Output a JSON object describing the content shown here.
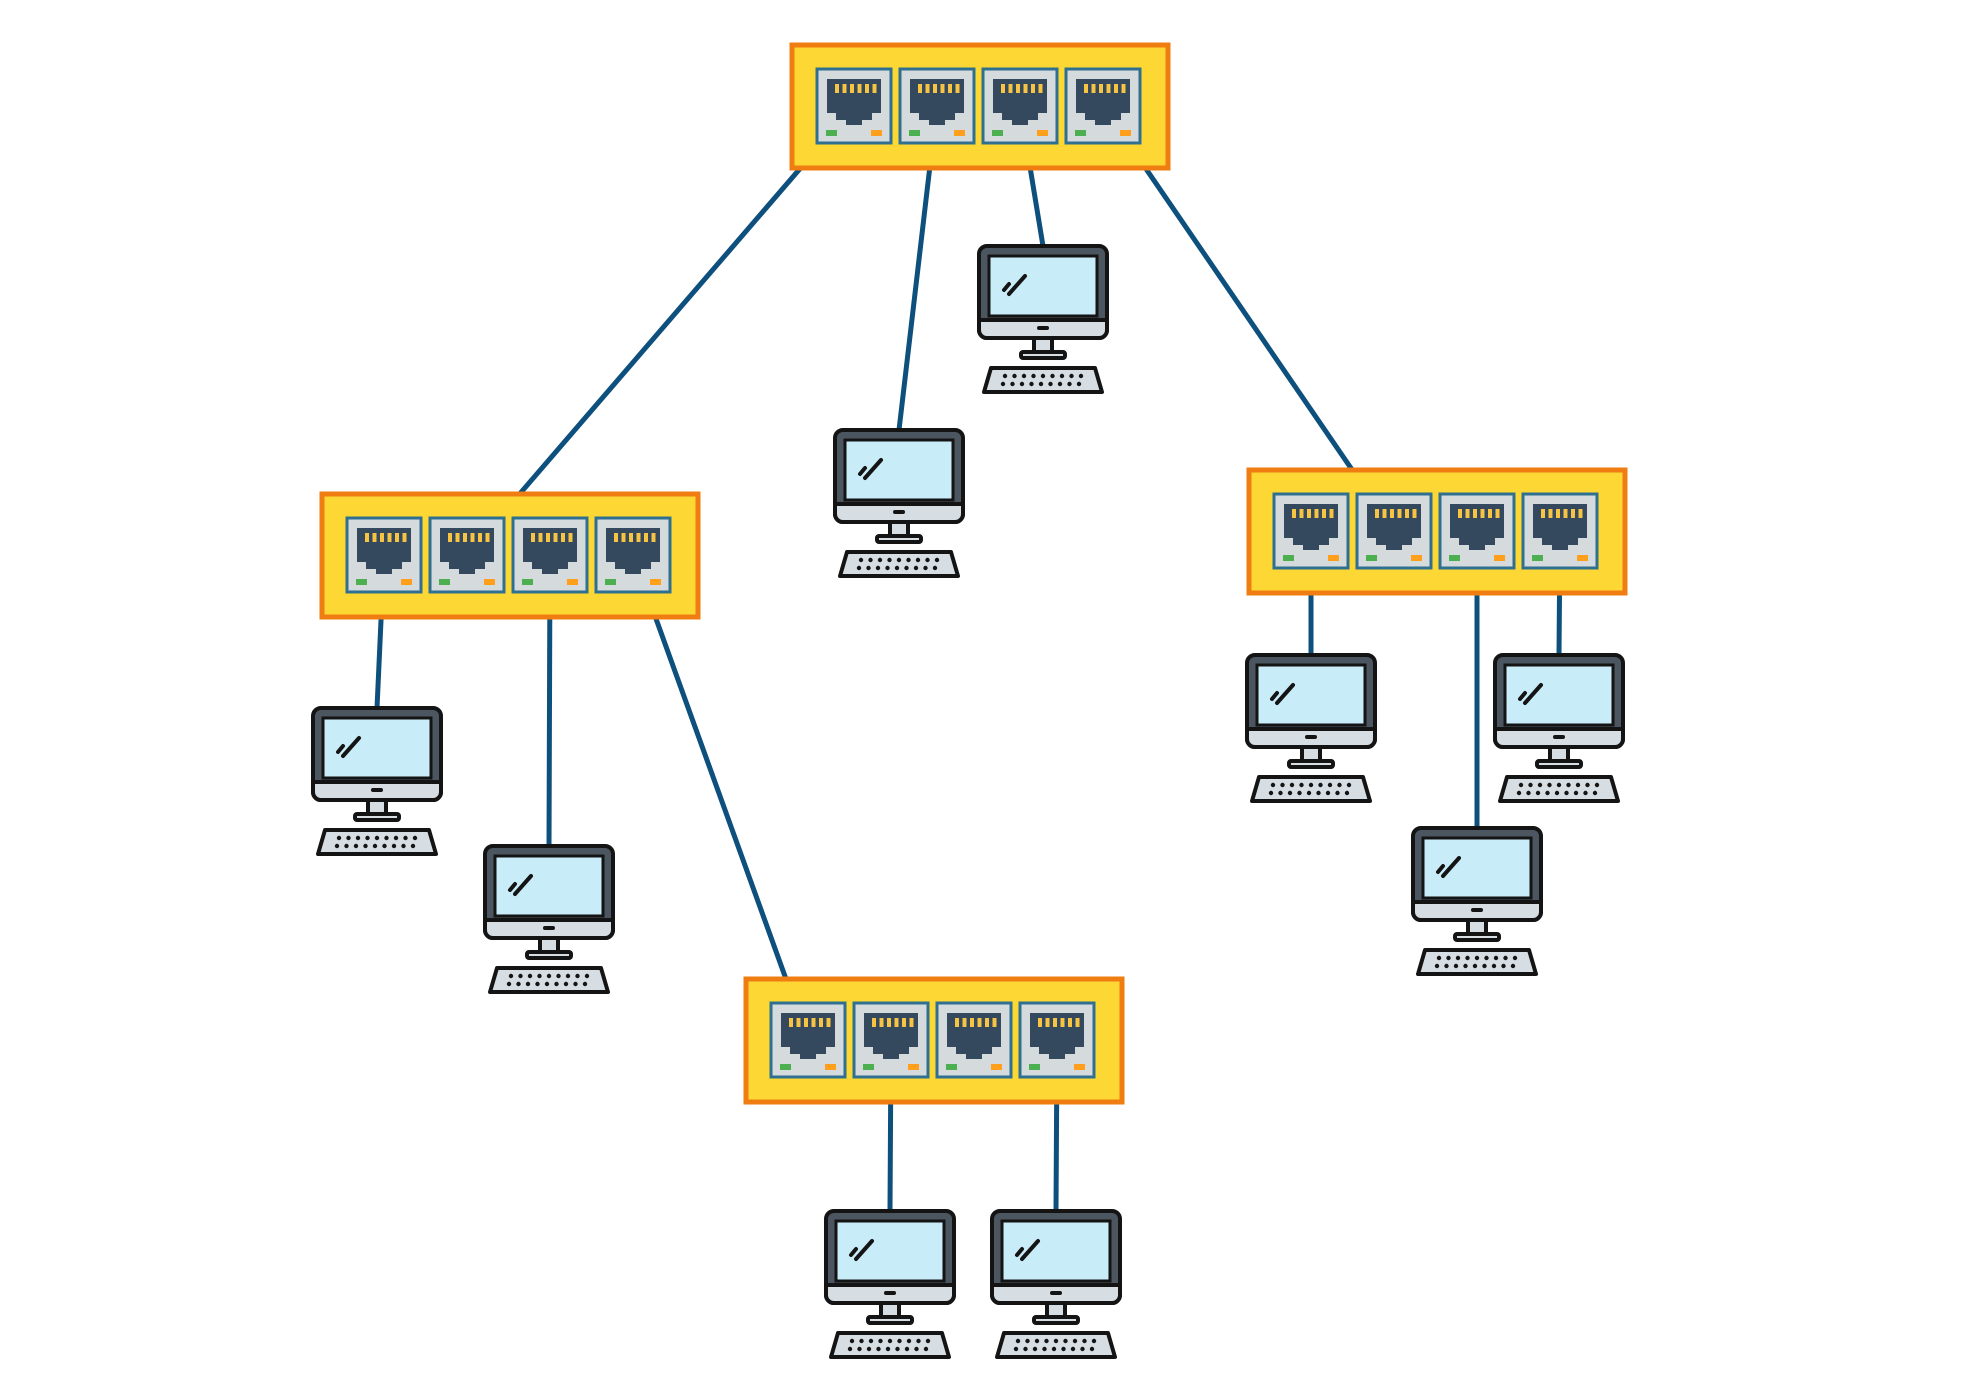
{
  "diagram": {
    "type": "network-topology",
    "colors": {
      "background": "#ffffff",
      "cable": "#0d4f7d",
      "switch_fill": "#fdd835",
      "switch_border": "#ef7d12",
      "port_fill": "#d5dadd",
      "port_border": "#2f6f8f",
      "port_socket": "#34495e",
      "port_pins": "#f6c343",
      "led_link": "#4caf50",
      "led_activity": "#ff9f1c",
      "screen": "#c9ecf9",
      "monitor_bezel": "#4b5660",
      "monitor_chin": "#d6dde3",
      "outline": "#141414"
    },
    "switches": [
      {
        "id": "switch-top",
        "ports": 4
      },
      {
        "id": "switch-left",
        "ports": 4
      },
      {
        "id": "switch-right",
        "ports": 4
      },
      {
        "id": "switch-bottom",
        "ports": 4
      }
    ],
    "computers": [
      {
        "id": "pc-top-a"
      },
      {
        "id": "pc-top-b"
      },
      {
        "id": "pc-left-a"
      },
      {
        "id": "pc-left-b"
      },
      {
        "id": "pc-right-a"
      },
      {
        "id": "pc-right-b"
      },
      {
        "id": "pc-right-c"
      },
      {
        "id": "pc-bottom-a"
      },
      {
        "id": "pc-bottom-b"
      }
    ],
    "links": [
      {
        "from": "switch-top",
        "from_port": 1,
        "to": "switch-left",
        "to_port": 2
      },
      {
        "from": "switch-top",
        "from_port": 2,
        "to": "pc-top-a"
      },
      {
        "from": "switch-top",
        "from_port": 3,
        "to": "pc-top-b"
      },
      {
        "from": "switch-top",
        "from_port": 4,
        "to": "switch-right",
        "to_port": 2
      },
      {
        "from": "switch-left",
        "from_port": 1,
        "to": "pc-left-a"
      },
      {
        "from": "switch-left",
        "from_port": 3,
        "to": "pc-left-b"
      },
      {
        "from": "switch-left",
        "from_port": 4,
        "to": "switch-bottom",
        "to_port": 1
      },
      {
        "from": "switch-right",
        "from_port": 1,
        "to": "pc-right-a"
      },
      {
        "from": "switch-right",
        "from_port": 3,
        "to": "pc-right-c"
      },
      {
        "from": "switch-right",
        "from_port": 4,
        "to": "pc-right-b"
      },
      {
        "from": "switch-bottom",
        "from_port": 2,
        "to": "pc-bottom-a"
      },
      {
        "from": "switch-bottom",
        "from_port": 4,
        "to": "pc-bottom-b"
      }
    ]
  }
}
